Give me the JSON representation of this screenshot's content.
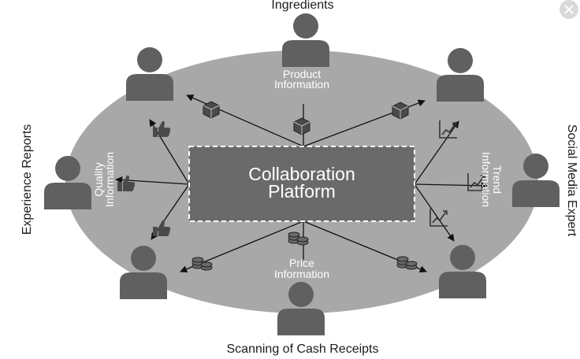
{
  "outer_labels": {
    "top": "Ingredients",
    "left": "Experience Reports",
    "right": "Social Media Expert",
    "bottom": "Scanning of Cash Receipts"
  },
  "center": {
    "line1": "Collaboration",
    "line2": "Platform"
  },
  "inner_labels": {
    "product_line1": "Product",
    "product_line2": "Information",
    "quality_line1": "Quality",
    "quality_line2": "Information",
    "trend_line1": "Trend",
    "trend_line2": "Information",
    "price_line1": "Price",
    "price_line2": "Information"
  },
  "colors": {
    "ellipse": "#a8a8a8",
    "person": "#606060",
    "platform": "#6a6a6a",
    "icon": "#4a4a4a"
  }
}
